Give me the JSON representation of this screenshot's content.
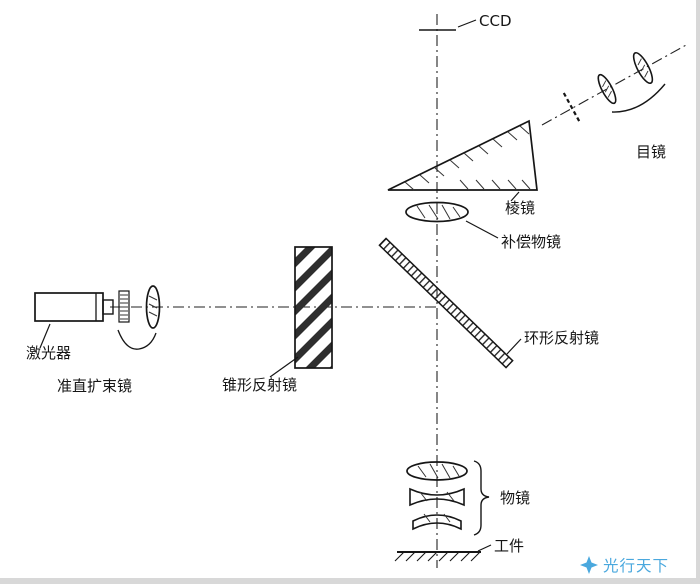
{
  "page": {
    "background": "#ffffff",
    "edge_color": "#d8d8d8"
  },
  "colors": {
    "ink": "#1a1a1a",
    "watermark_blue": "#4aa8de"
  },
  "labels": {
    "ccd": "CCD",
    "eyepiece": "目镜",
    "prism": "棱镜",
    "compensator_objective": "补偿物镜",
    "ring_mirror": "环形反射镜",
    "cone_mirror": "锥形反射镜",
    "collimator_expander": "准直扩束镜",
    "laser": "激光器",
    "objective": "物镜",
    "workpiece": "工件"
  },
  "watermark": {
    "text": "光行天下"
  }
}
